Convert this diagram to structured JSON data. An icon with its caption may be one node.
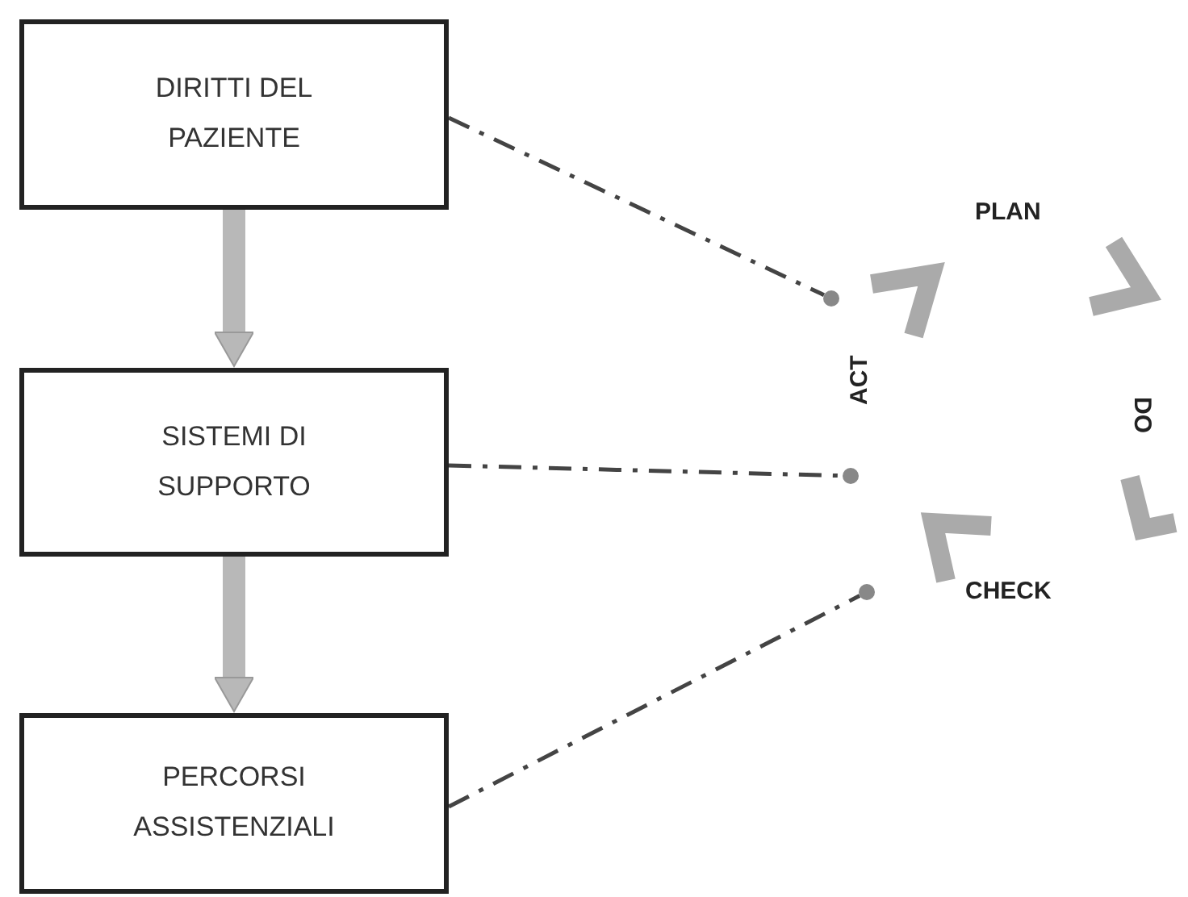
{
  "diagram": {
    "nodes": [
      {
        "text": [
          "DIRITTI DEL PAZIENTE"
        ]
      },
      {
        "text": [
          "SISTEMI DI SUPPORTO"
        ]
      },
      {
        "text": [
          "PERCORSI ASSISTENZIALI"
        ]
      },
      {
        "text": [],
        "shape": "circle"
      },
      {
        "text": [],
        "shape": "circle"
      },
      {
        "text": [],
        "shape": "circle"
      }
    ],
    "edges": [
      {
        "from": 0,
        "to": 1,
        "arrow": "to",
        "style": "thick",
        "color": "#b8b8b8"
      },
      {
        "from": 1,
        "to": 2,
        "arrow": "to",
        "style": "thick",
        "color": "#b8b8b8"
      },
      {
        "from": 0,
        "to": 3,
        "arrow": "none",
        "style": "dashed"
      },
      {
        "from": 1,
        "to": 4,
        "arrow": "none",
        "style": "dashed"
      },
      {
        "from": 2,
        "to": 5,
        "arrow": "none",
        "style": "dashed"
      }
    ],
    "labels": [
      "PLAN",
      "DO",
      "ACT",
      "CHECK"
    ]
  }
}
